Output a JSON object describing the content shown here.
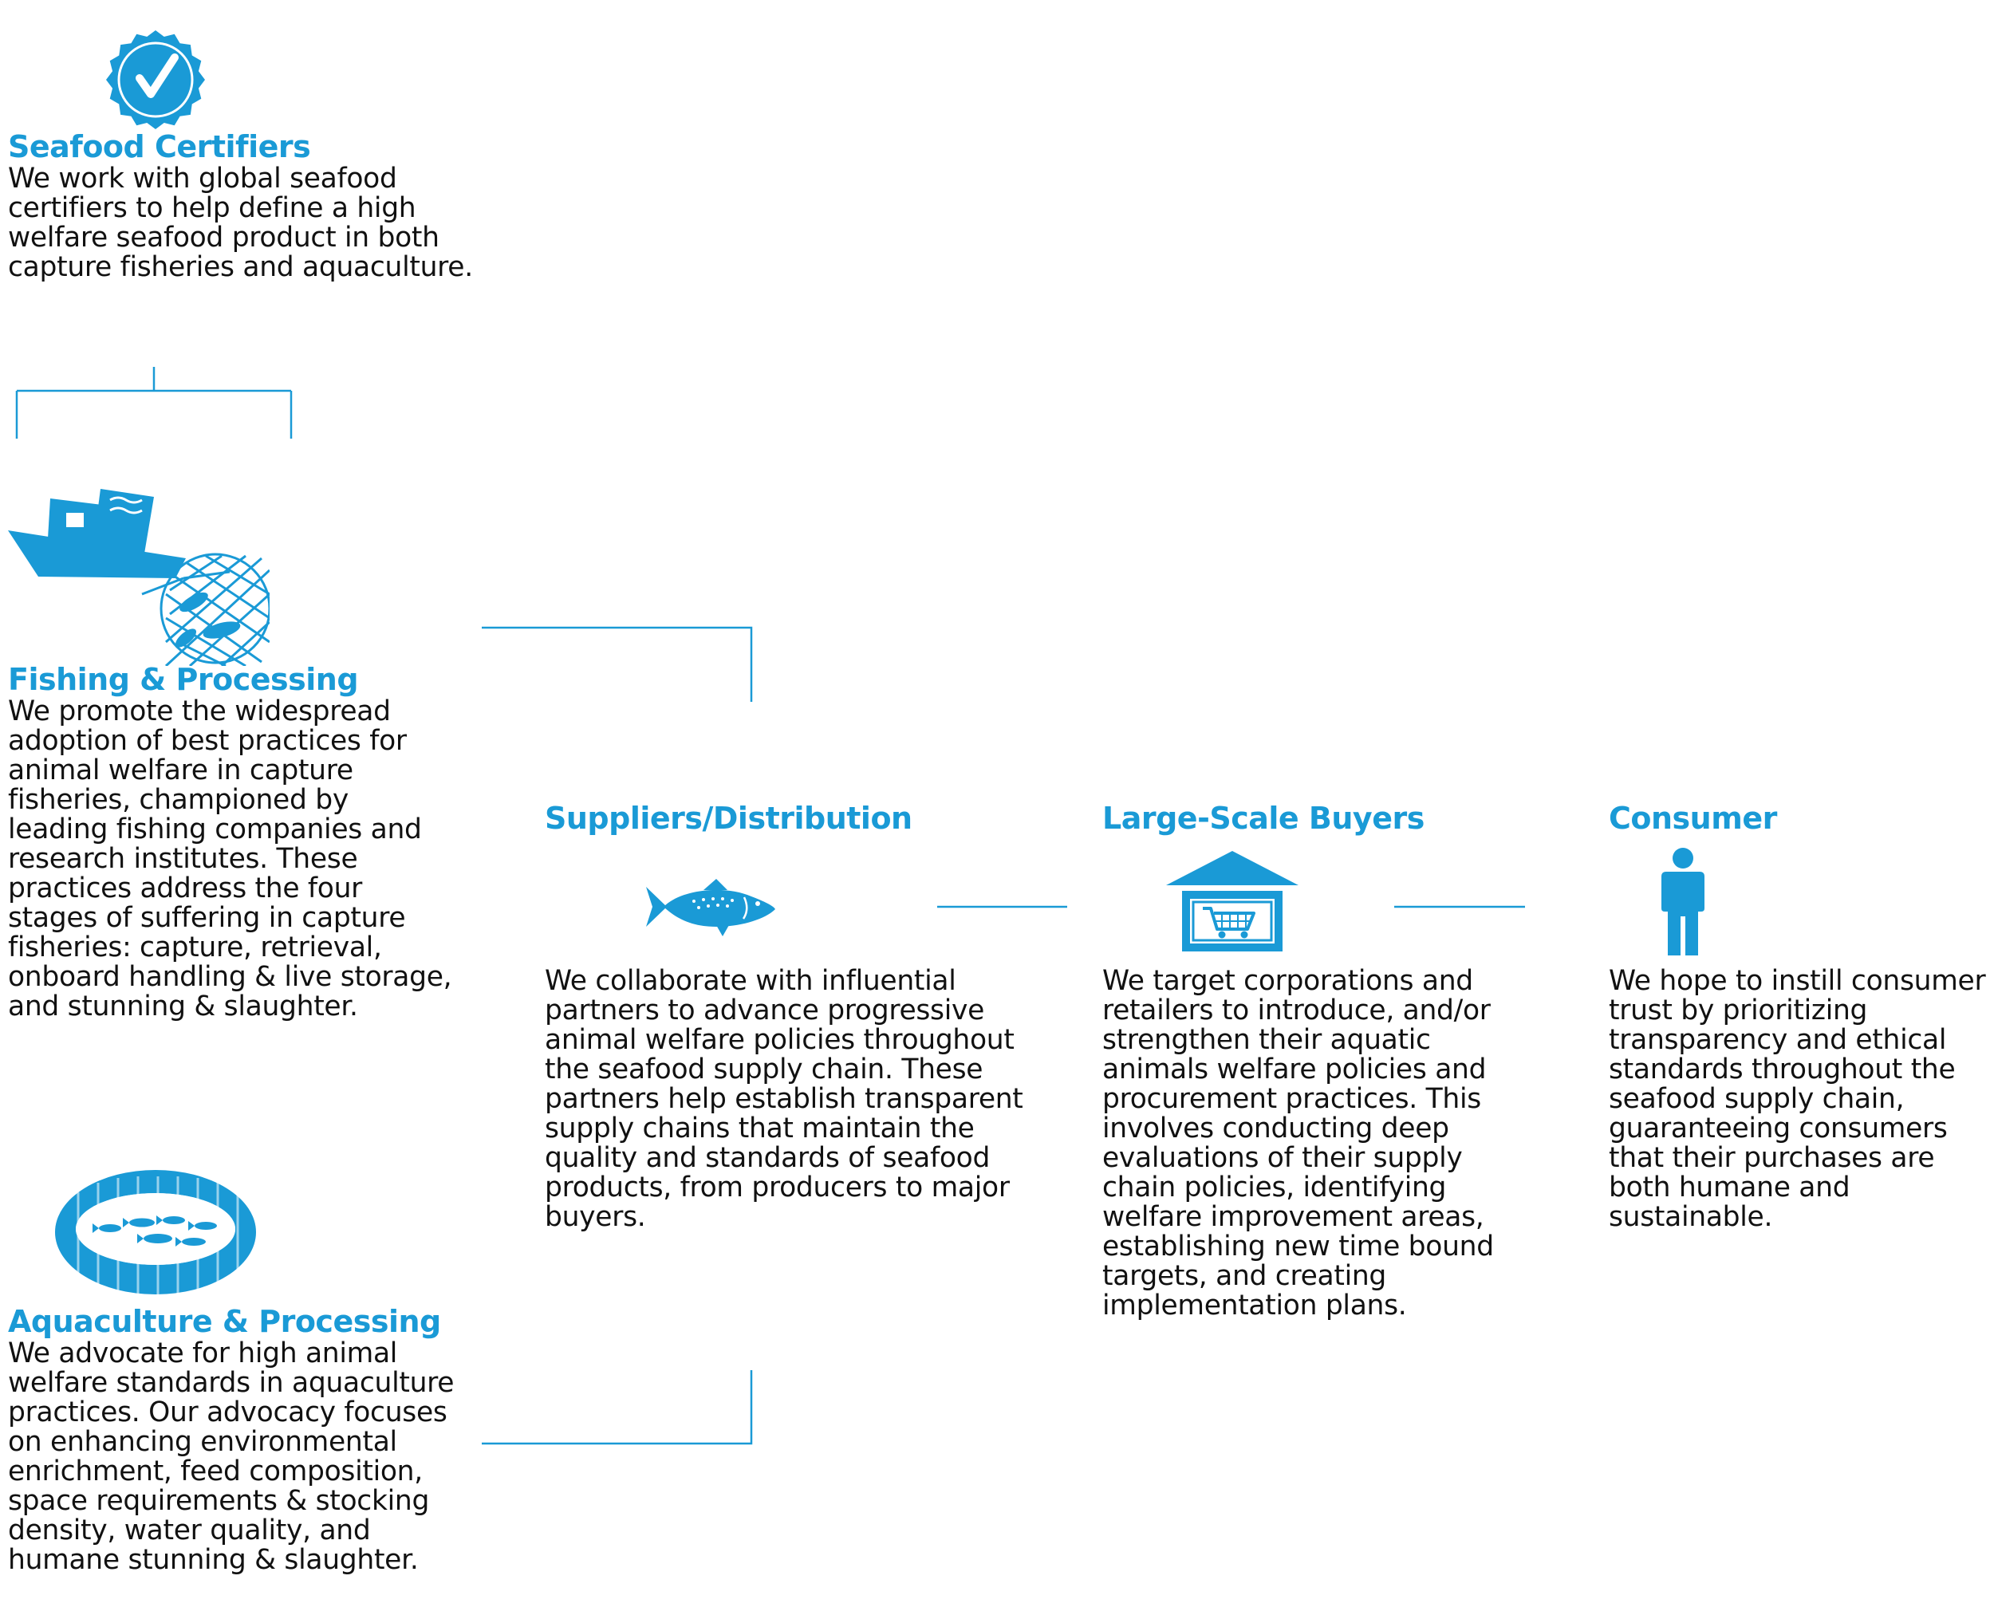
{
  "colors": {
    "accent": "#1a9ad6",
    "text": "#111111",
    "background": "#ffffff"
  },
  "nodes": {
    "certifiers": {
      "title": "Seafood Certifiers",
      "description": "We work with global seafood certifiers to help define a high welfare seafood product in both capture fisheries and aquaculture.",
      "icon": "certified-badge-icon"
    },
    "fishing": {
      "title": "Fishing & Processing",
      "description": "We promote the widespread adoption of best practices for animal welfare in capture fisheries, championed by leading fishing companies and research institutes. These practices address the four stages of suffering in capture fisheries: capture, retrieval, onboard handling & live storage, and stunning & slaughter.",
      "icon": "fishing-boat-net-icon"
    },
    "aquaculture": {
      "title": "Aquaculture & Processing",
      "description": "We advocate for high animal welfare standards in aquaculture practices. Our advocacy focuses on enhancing environmental enrichment, feed composition, space requirements & stocking density, water quality, and humane stunning & slaughter.",
      "icon": "fish-pen-icon"
    },
    "suppliers": {
      "title": "Suppliers/Distribution",
      "description": "We collaborate with influential partners to advance progressive animal welfare policies throughout the seafood supply chain. These partners help establish transparent supply chains that maintain the quality and standards of seafood products, from producers to major buyers.",
      "icon": "fish-icon"
    },
    "buyers": {
      "title": "Large-Scale Buyers",
      "description": "We target corporations and retailers to introduce, and/or strengthen their aquatic animals welfare policies and procurement practices. This involves conducting deep evaluations of their supply chain policies, identifying welfare improvement areas, establishing new time bound targets, and creating implementation plans.",
      "icon": "store-cart-icon"
    },
    "consumer": {
      "title": "Consumer",
      "description": "We hope to instill consumer trust by prioritizing transparency and ethical standards throughout the seafood supply chain, guaranteeing consumers that their purchases are both humane and sustainable.",
      "icon": "person-icon"
    }
  }
}
